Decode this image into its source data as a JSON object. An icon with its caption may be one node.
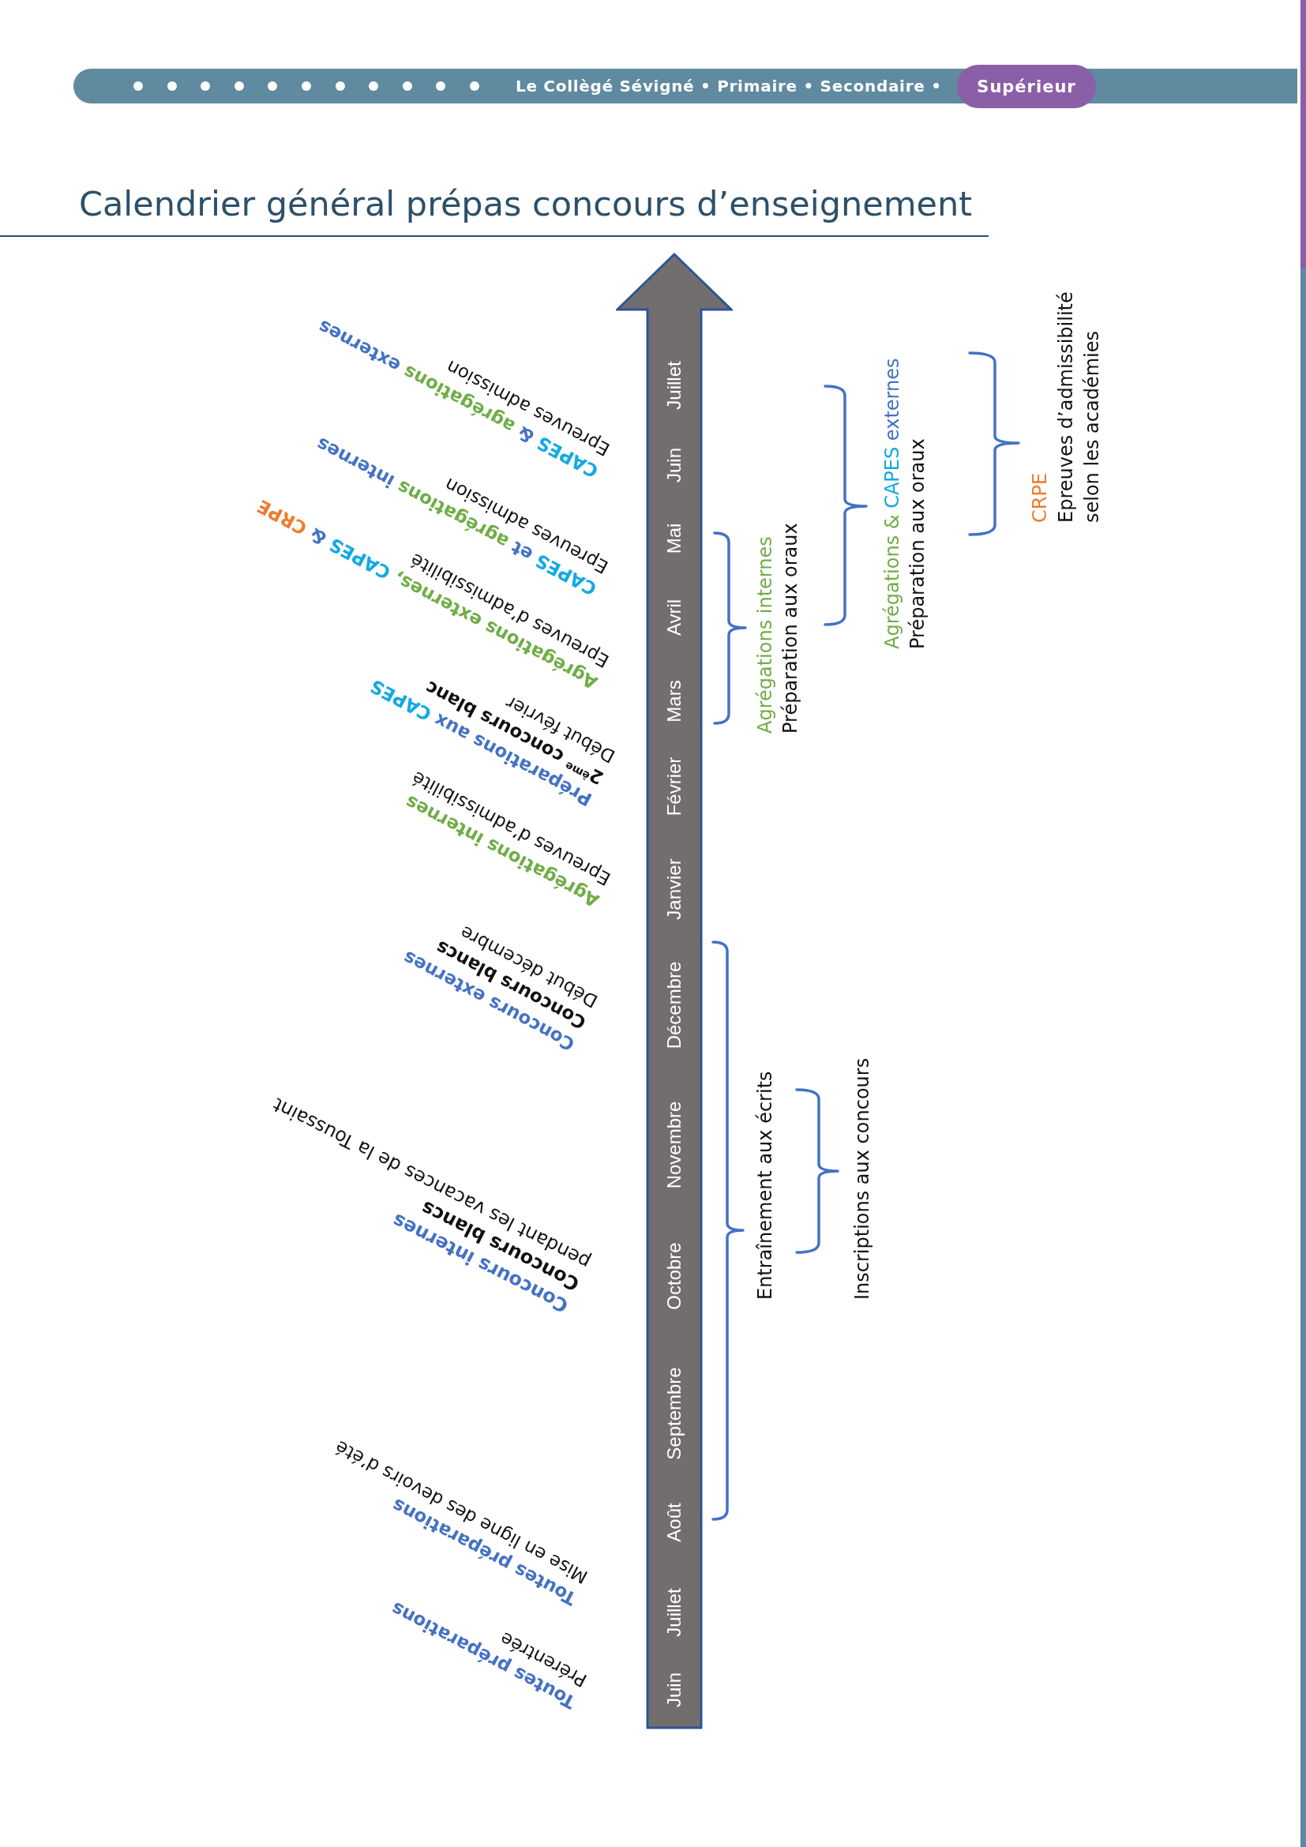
{
  "diagram": {
    "title": "Calendrier général prépas concours d’enseignement",
    "nodes": [
      {
        "text": [
          "Juin",
          "Juillet",
          "Août",
          "Septembre",
          "Octobre",
          "Novembre",
          "Décembre",
          "Janvier",
          "Février",
          "Mars",
          "Avril",
          "Mai",
          "Juin",
          "Juillet"
        ]
      }
    ],
    "labels": [
      "Le Collègé Sévigné • Primaire • Secondaire •",
      "Supérieur",
      "CAPES & agrégations externes",
      "Epreuves admission",
      "CAPES et agrégations internes",
      "Epreuves admission",
      "Agrégations externes, CAPES & CRPE",
      "Epreuves d’admissibilité",
      "Préparations aux CAPES",
      "2$^{ème}$ concours blanc",
      "Début février",
      "Agrégations internes",
      "Epreuves d’admissibilité",
      "Concours externes",
      "Concours blancs",
      "Début décembre",
      "Concours internes",
      "Concours blancs",
      "pendant les vacances de la Toussaint",
      "Toutes préparations",
      "Mise en ligne des devoirs d’été",
      "Toutes préparations",
      "Prérentrée",
      "Agrégations internes",
      "Préparation aux oraux",
      "Agrégations & CAPES externes",
      "Préparation aux oraux",
      "CRPE",
      "Epreuves d’admissibilité",
      "selon les académies",
      "Entraînement aux écrits",
      "Inscriptions aux concours"
    ]
  }
}
